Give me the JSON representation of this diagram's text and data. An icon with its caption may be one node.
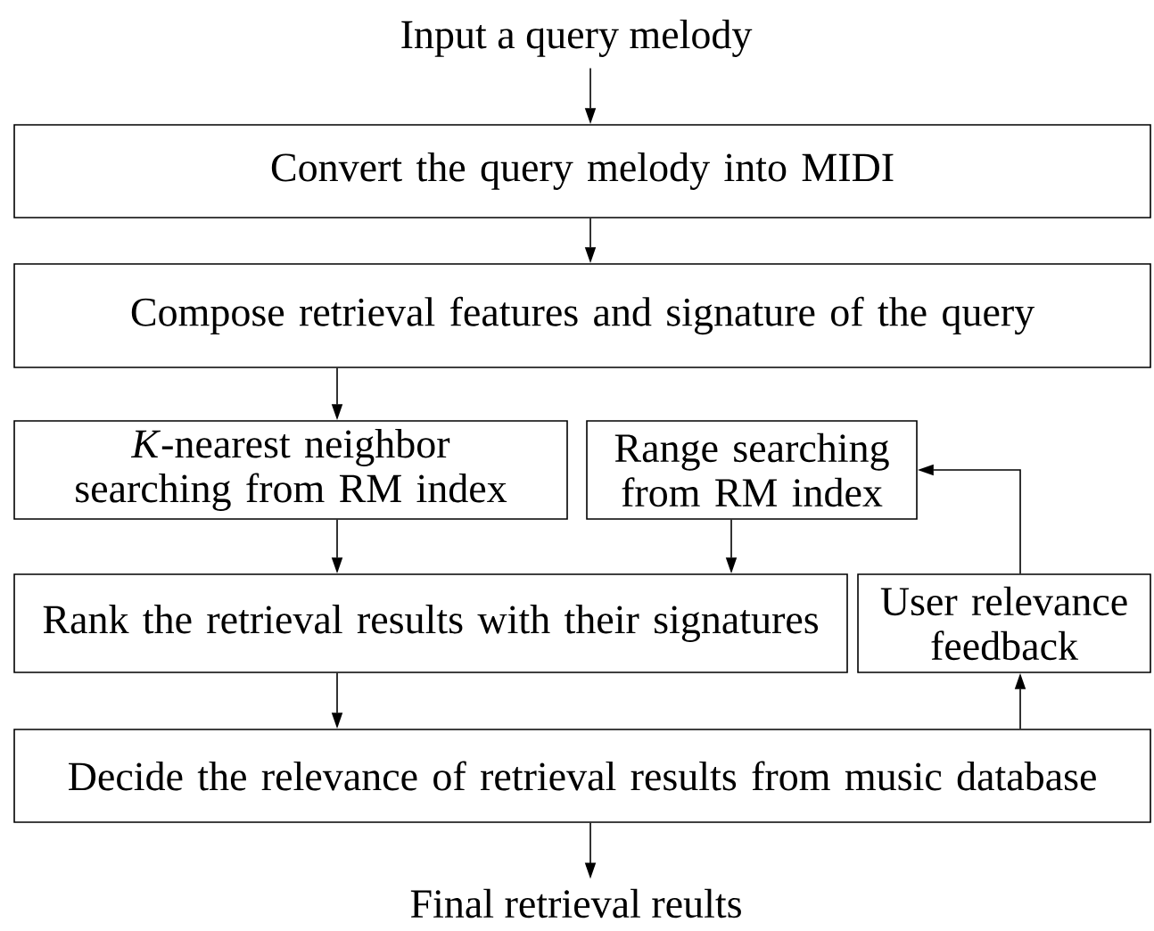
{
  "diagram": {
    "nodes": [
      {
        "text": [
          "Input a query melody"
        ]
      },
      {
        "text": [
          "Convert the query melody into MIDI"
        ]
      },
      {
        "text": [
          "Compose retrieval features and signature of the query"
        ]
      },
      {
        "text": [
          "*K*-nearest neighbor searching from RM index"
        ]
      },
      {
        "text": [
          "Range searching from RM index"
        ]
      },
      {
        "text": [
          "Rank the retrieval results with their signatures"
        ]
      },
      {
        "text": [
          "User relevance feedback"
        ]
      },
      {
        "text": [
          "Decide the relevance of retrieval results from music database"
        ]
      },
      {
        "text": [
          "Final retrieval reults"
        ]
      }
    ],
    "edges": [
      {
        "from": 0,
        "to": 1,
        "arrow": "to"
      },
      {
        "from": 1,
        "to": 2,
        "arrow": "to"
      },
      {
        "from": 2,
        "to": 3,
        "arrow": "to"
      },
      {
        "from": 3,
        "to": 5,
        "arrow": "to"
      },
      {
        "from": 4,
        "to": 5,
        "arrow": "to"
      },
      {
        "from": 5,
        "to": 7,
        "arrow": "to"
      },
      {
        "from": 7,
        "to": 6,
        "arrow": "to"
      },
      {
        "from": 6,
        "to": 4,
        "arrow": "to"
      },
      {
        "from": 7,
        "to": 8,
        "arrow": "to"
      }
    ]
  }
}
